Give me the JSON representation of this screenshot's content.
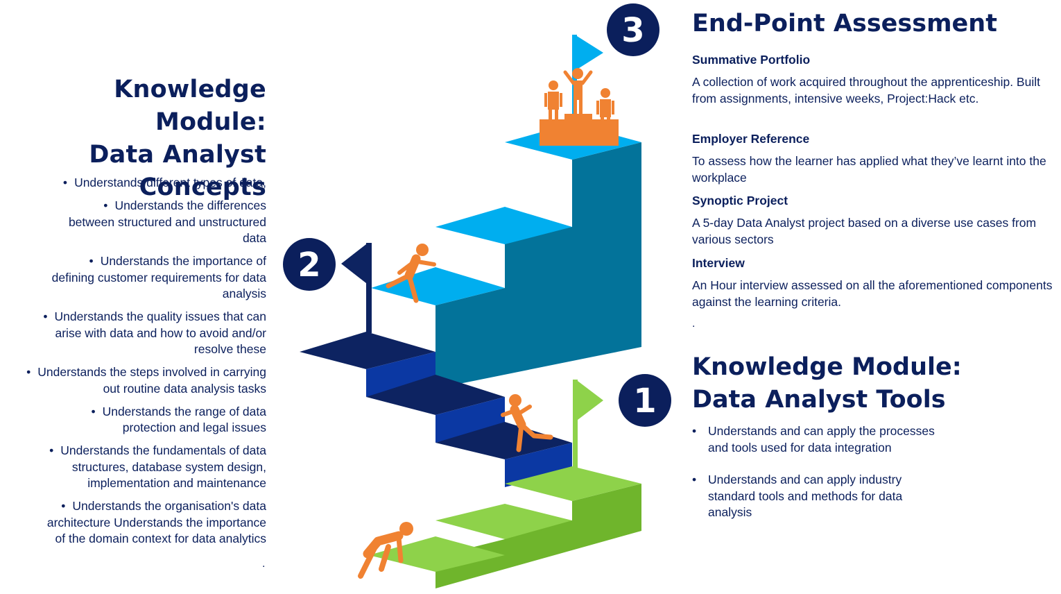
{
  "left_module": {
    "title_lines": [
      "Knowledge Module:",
      "Data Analyst",
      "Concepts"
    ],
    "bullets": [
      "Understands different types of data,",
      "Understands the differences between structured and unstructured data",
      "Understands the importance of defining customer requirements for data analysis",
      "Understands the quality issues that can arise with data and how to avoid and/or resolve these",
      "Understands the steps involved in carrying out routine data analysis tasks",
      "Understands the range of data protection and legal issues",
      "Understands the fundamentals of data structures, database system design, implementation and maintenance",
      "Understands the organisation's data architecture Understands the importance of the domain context for data analytics"
    ],
    "trailing_dot": "."
  },
  "epa": {
    "title": "End-Point Assessment",
    "items": [
      {
        "heading": "Summative Portfolio",
        "text": "A collection of work acquired throughout the apprenticeship. Built from assignments, intensive weeks, Project:Hack etc."
      },
      {
        "heading": "Employer Reference",
        "text": "To assess how the learner has applied what they’ve learnt into the workplace"
      },
      {
        "heading": "Synoptic Project",
        "text": "A 5-day Data Analyst project based on a diverse use cases from various sectors"
      },
      {
        "heading": "Interview",
        "text": "An Hour interview assessed on all the aforementioned components against the learning criteria."
      }
    ],
    "trailing_dot": "."
  },
  "tools_module": {
    "title_lines": [
      "Knowledge Module:",
      "Data Analyst Tools"
    ],
    "bullets": [
      "Understands and can apply the processes and tools used for data integration",
      "Understands and can apply industry standard tools and methods for data analysis"
    ]
  },
  "steps": {
    "badge_1": "1",
    "badge_2": "2",
    "badge_3": "3"
  },
  "colors": {
    "navy": "#0b1f5c",
    "green_top": "#8ed24a",
    "green_front": "#6fb52c",
    "blue_dark_top": "#0d2361",
    "blue_dark_front": "#0b38a3",
    "cyan_top": "#00aeef",
    "teal_front": "#03739a",
    "orange": "#f08232"
  }
}
